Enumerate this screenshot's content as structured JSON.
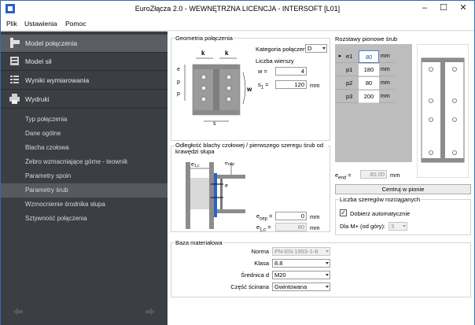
{
  "window": {
    "title": "EuroZłącza 2.0 - WEWNĘTRZNA LICENCJA - INTERSOFT [L01]"
  },
  "menu": {
    "items": [
      "Plik",
      "Ustawienia",
      "Pomoc"
    ]
  },
  "sidebar": {
    "main_items": [
      {
        "label": "Model połączenia",
        "icon": "joint-model-icon"
      },
      {
        "label": "Model sił",
        "icon": "force-model-icon"
      },
      {
        "label": "Wyniki wymiarowania",
        "icon": "results-list-icon"
      },
      {
        "label": "Wydruki",
        "icon": "printer-icon"
      }
    ],
    "sub_items": [
      "Typ połączenia",
      "Dane ogólne",
      "Blacha czołowa",
      "Żebro wzmacniające górne - teownik",
      "Parametry spoin",
      "Parametry śrub",
      "Wzmocnienie środnika słupa",
      "Sztywność połączenia"
    ],
    "active_sub": 5
  },
  "geometry": {
    "title": "Geometria połączenia",
    "category_label": "Kategoria połączenia",
    "category_value": "D",
    "rows_label": "Liczba wierszy",
    "w_label": "w",
    "w_value": "4",
    "s1_label": "s",
    "s1_sub": "1",
    "s1_value": "120",
    "unit": "mm",
    "diagram_labels": {
      "k": "k",
      "e": "e",
      "p": "p",
      "w": "w",
      "s": "s"
    }
  },
  "distance": {
    "title": "Odległość blachy czołowej / pierwszego szeregu śrub od krawędzi słupa",
    "diagram_labels": {
      "e1c": "e",
      "e1c_sub": "1,c",
      "ecep": "e",
      "ecep_sub": "cep"
    },
    "ecep_label": "e",
    "ecep_sub": "cep",
    "ecep_value": "0",
    "e1c_label": "e",
    "e1c_sub": "1,c",
    "e1c_value": "80",
    "unit": "mm"
  },
  "spacing": {
    "title": "Rozstawy pionowe śrub",
    "rows": [
      {
        "name": "e1",
        "value": "80",
        "unit": "mm",
        "selected": true
      },
      {
        "name": "p1",
        "value": "180",
        "unit": "mm",
        "selected": false
      },
      {
        "name": "p2",
        "value": "80",
        "unit": "mm",
        "selected": false
      },
      {
        "name": "p3",
        "value": "200",
        "unit": "mm",
        "selected": false
      }
    ],
    "eend_label": "e",
    "eend_sub": "end",
    "eend_value": "80.00",
    "unit": "mm",
    "center_button": "Centruj w pionie"
  },
  "tension_rows": {
    "title": "Liczba szeregów rozciąganych",
    "auto_label": "Dobierz automatycznie",
    "auto_checked": true,
    "dla_label": "Dla M+ (od góry):",
    "dla_value": "3"
  },
  "material": {
    "title": "Baza materiałowa",
    "norm_label": "Norma",
    "norm_value": "PN-EN 1993-1-8",
    "class_label": "Klasa",
    "class_value": "8.8",
    "diameter_label": "Średnica d",
    "diameter_value": "M20",
    "cut_label": "Część ścinana",
    "cut_value": "Gwintowana"
  },
  "colors": {
    "sidebar_bg": "#3b3e42",
    "steel": "#8c8c8c",
    "accent_plate": "#2a62c9"
  }
}
